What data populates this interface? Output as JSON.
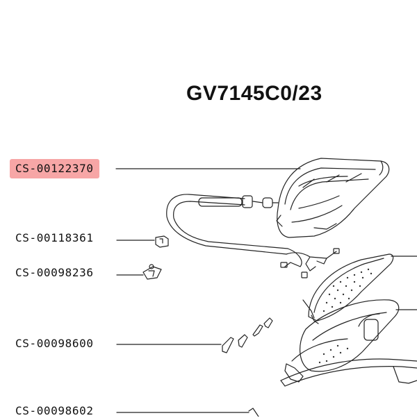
{
  "title": "GV7145C0/23",
  "parts": [
    {
      "id": "CS-00122370",
      "highlighted": true
    },
    {
      "id": "CS-00118361",
      "highlighted": false
    },
    {
      "id": "CS-00098236",
      "highlighted": false
    },
    {
      "id": "CS-00098600",
      "highlighted": false
    },
    {
      "id": "CS-00098602",
      "highlighted": false
    }
  ],
  "highlight_color": "#f7a6a6"
}
